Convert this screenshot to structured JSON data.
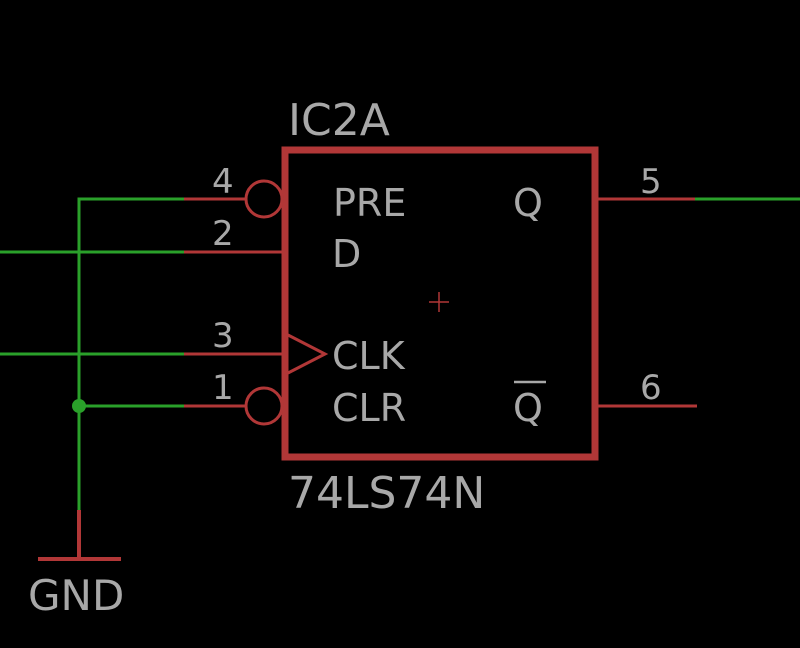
{
  "part": {
    "name": "IC2A",
    "value": "74LS74N"
  },
  "pins": {
    "pre": {
      "number": "4",
      "label": "PRE"
    },
    "d": {
      "number": "2",
      "label": "D"
    },
    "clk": {
      "number": "3",
      "label": "CLK"
    },
    "clr": {
      "number": "1",
      "label": "CLR"
    },
    "q": {
      "number": "5",
      "label": "Q"
    },
    "qbar": {
      "number": "6",
      "label": "Q"
    }
  },
  "supply": {
    "label": "GND"
  },
  "colors": {
    "background": "#000000",
    "symbol": "#b13737",
    "net": "#2aa02a",
    "text": "#a8a8a8"
  }
}
